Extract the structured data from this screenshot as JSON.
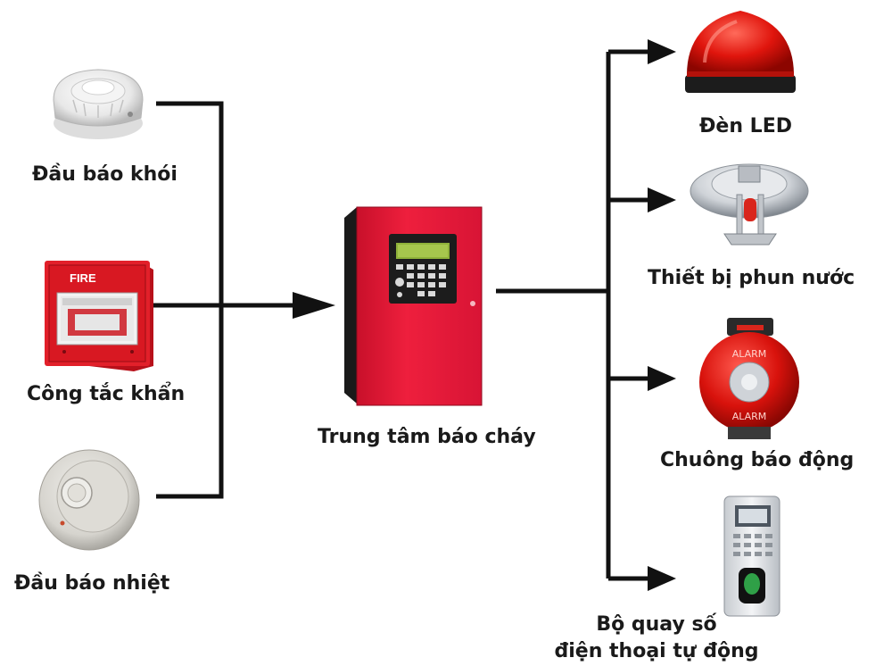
{
  "inputs": {
    "smoke_detector": "Đầu báo khói",
    "emergency_switch": "Công tắc khẩn",
    "heat_detector": "Đầu báo nhiệt"
  },
  "panel": {
    "label": "Trung tâm báo cháy",
    "call_point_marking": "FIRE"
  },
  "outputs": {
    "led_light": "Đèn LED",
    "sprinkler": "Thiết bị phun nước",
    "alarm_bell": "Chuông báo động",
    "bell_marking": "ALARM",
    "dialer_line1": "Bộ quay số",
    "dialer_line2": "điện thoại tự động"
  }
}
